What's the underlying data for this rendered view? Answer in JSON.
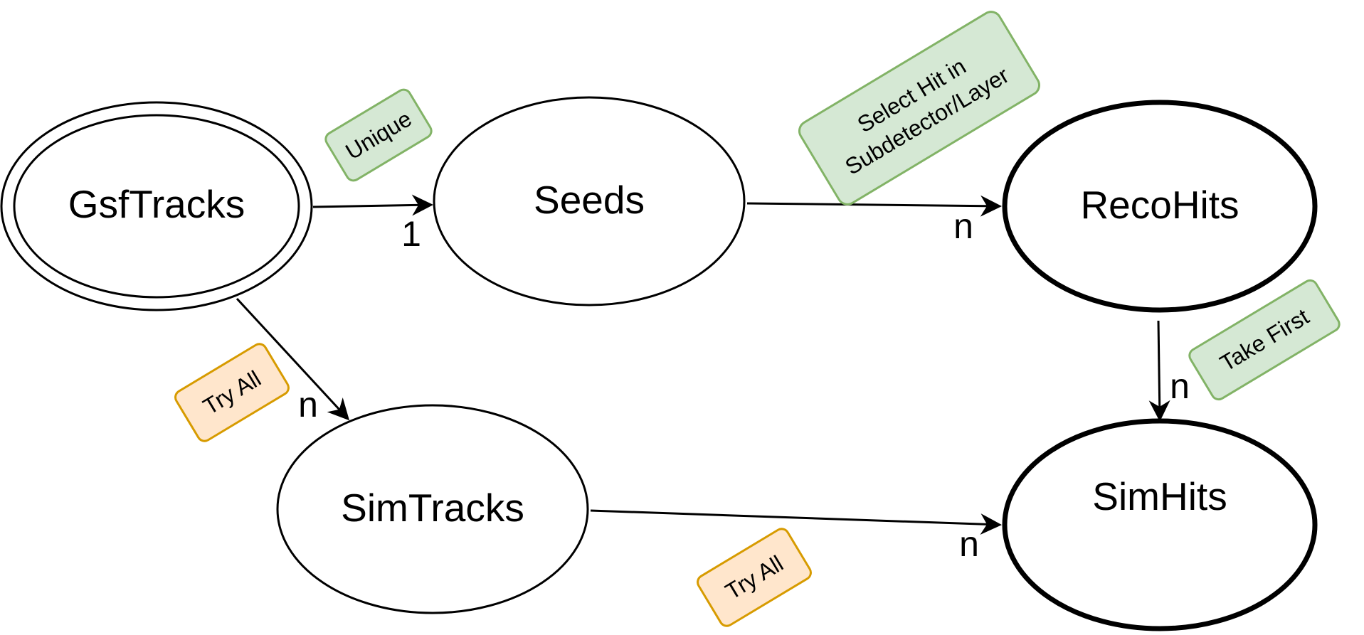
{
  "nodes": {
    "gsftracks": {
      "label": "GsfTracks"
    },
    "seeds": {
      "label": "Seeds"
    },
    "recohits": {
      "label": "RecoHits"
    },
    "simtracks": {
      "label": "SimTracks"
    },
    "simhits": {
      "label": "SimHits"
    }
  },
  "multiplicities": {
    "gsf_seeds": "1",
    "seeds_recohits": "n",
    "gsf_simtracks": "n",
    "recohits_simhits": "n",
    "simtracks_simhits": "n"
  },
  "tags": {
    "unique": {
      "label": "Unique"
    },
    "select_hit": {
      "line1": "Select Hit in",
      "line2": "Subdetector/Layer"
    },
    "try_all_left": {
      "label": "Try All"
    },
    "take_first": {
      "label": "Take First"
    },
    "try_all_bottom": {
      "label": "Try All"
    }
  },
  "colors": {
    "green_fill": "#d5e8d4",
    "green_stroke": "#82b366",
    "orange_fill": "#ffe6cc",
    "orange_stroke": "#d79b00"
  }
}
